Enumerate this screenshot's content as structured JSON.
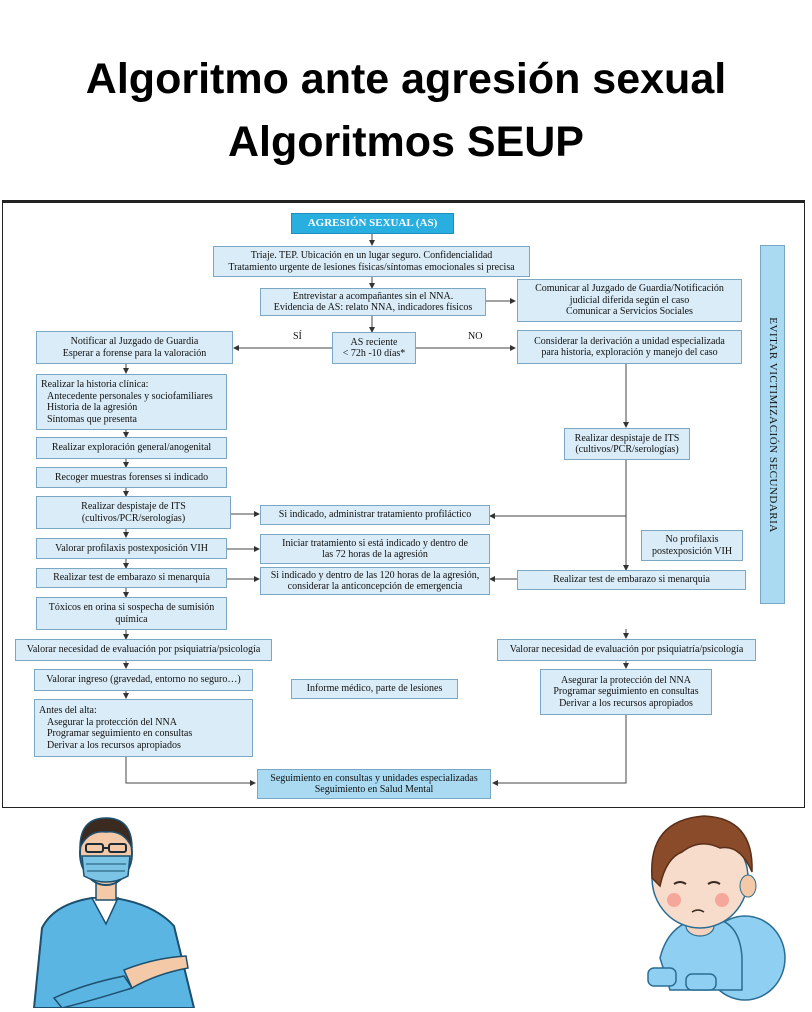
{
  "title": {
    "line1": "Algoritmo ante agresión sexual",
    "line2": "Algoritmos SEUP"
  },
  "flowchart": {
    "header": "AGRESIÓN SEXUAL (AS)",
    "triage": {
      "line1": "Triaje. TEP. Ubicación en un lugar seguro. Confidencialidad",
      "line2": "Tratamiento urgente de lesiones físicas/síntomas emocionales si precisa"
    },
    "interview": {
      "line1": "Entrevistar a acompañantes sin el NNA.",
      "line2": "Evidencia de AS: relato NNA, indicadores físicos"
    },
    "notify_judge_right": {
      "line1": "Comunicar al Juzgado de Guardia/Notificación",
      "line2": "judicial diferida según el caso",
      "line3": "Comunicar a Servicios Sociales"
    },
    "decision": {
      "line1": "AS reciente",
      "line2": "< 72h -10 días*"
    },
    "yes_label": "SÍ",
    "no_label": "NO",
    "left": {
      "notify_judge": {
        "line1": "Notificar al Juzgado de Guardia",
        "line2": "Esperar a forense para la valoración"
      },
      "history": {
        "line1": "Realizar la historia clínica:",
        "line2": "Antecedente personales y sociofamiliares",
        "line3": "Historia de la agresión",
        "line4": "Síntomas que presenta"
      },
      "exam": "Realizar exploración general/anogenital",
      "samples": "Recoger muestras forenses si indicado",
      "its": {
        "line1": "Realizar despistaje de ITS",
        "line2": "(cultivos/PCR/serologías)"
      },
      "hiv": "Valorar profilaxis postexposición VIH",
      "pregnancy": "Realizar test de embarazo si menarquia",
      "toxics": {
        "line1": "Tóxicos en orina si sospecha de sumisión",
        "line2": "química"
      },
      "psych": "Valorar necesidad de evaluación por psiquiatría/psicología",
      "admission": "Valorar ingreso (gravedad, entorno no seguro…)",
      "discharge": {
        "line1": "Antes del alta:",
        "line2": "Asegurar la protección del NNA",
        "line3": "Programar seguimiento en consultas",
        "line4": "Derivar a los recursos apropiados"
      }
    },
    "middle": {
      "prophylaxis": "Si indicado, administrar tratamiento profiláctico",
      "start_treatment": {
        "line1": "Iniciar tratamiento si está indicado y dentro de",
        "line2": "las 72 horas de la agresión"
      },
      "contraception": {
        "line1": "Si indicado y dentro de las 120 horas de la agresión,",
        "line2": "considerar la anticoncepción de emergencia"
      },
      "report": "Informe médico, parte de lesiones"
    },
    "right": {
      "referral": {
        "line1": "Considerar la derivación a unidad especializada",
        "line2": "para historia, exploración y manejo del caso"
      },
      "its": {
        "line1": "Realizar despistaje de ITS",
        "line2": "(cultivos/PCR/serologías)"
      },
      "no_prophylaxis": {
        "line1": "No profilaxis",
        "line2": "postexposición VIH"
      },
      "pregnancy": "Realizar test de embarazo si menarquia",
      "psych": "Valorar necesidad de evaluación por psiquiatría/psicología",
      "protection": {
        "line1": "Asegurar la protección del NNA",
        "line2": "Programar seguimiento en consultas",
        "line3": "Derivar a los recursos apropiados"
      }
    },
    "followup": {
      "line1": "Seguimiento en consultas y unidades especializadas",
      "line2": "Seguimiento en Salud Mental"
    },
    "side_banner": "EVITAR VICTIMIZACIÓN SECUNDARIA"
  },
  "colors": {
    "box_fill": "#d9ecf7",
    "header_fill": "#29aee0",
    "banner_fill": "#a9daf2",
    "scrub_blue": "#5bb5e3",
    "child_blue": "#8fd0f2"
  }
}
